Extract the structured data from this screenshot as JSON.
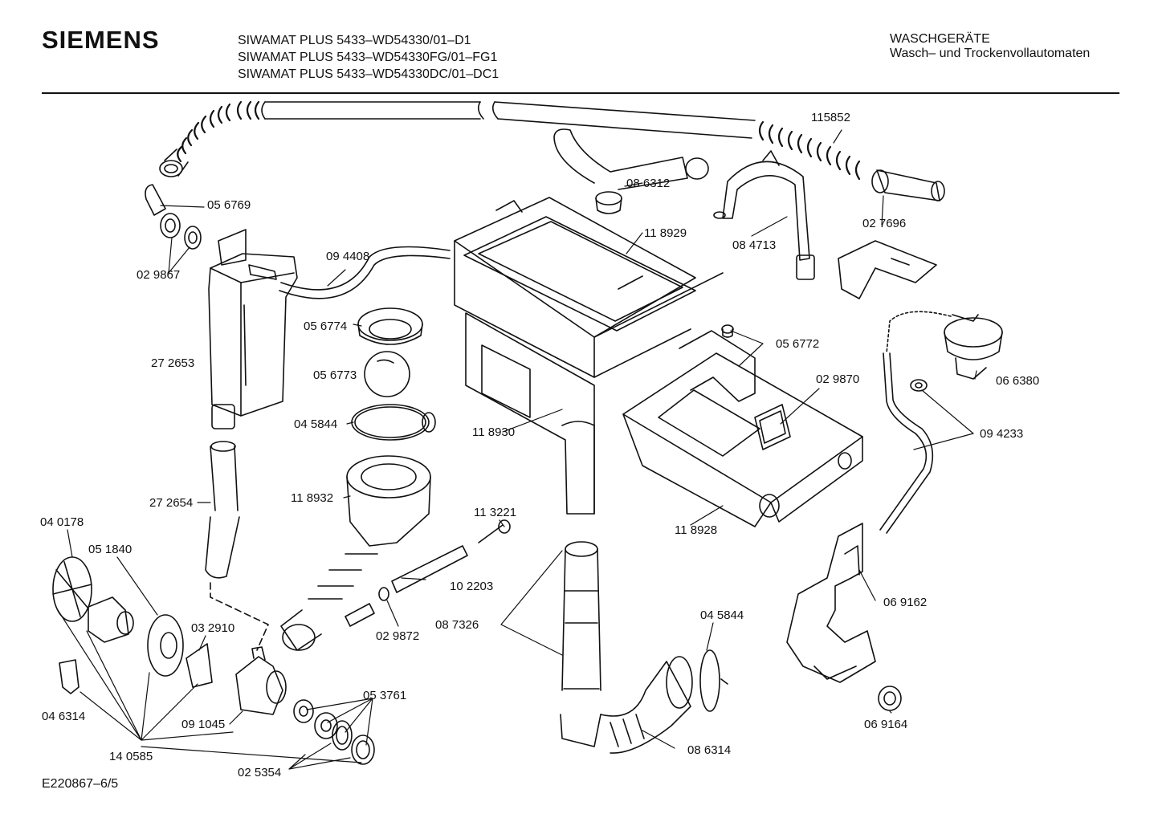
{
  "header": {
    "brand": "SIEMENS",
    "models": [
      "SIWAMAT PLUS 5433–WD54330/01–D1",
      "SIWAMAT PLUS 5433–WD54330FG/01–FG1",
      "SIWAMAT PLUS 5433–WD54330DC/01–DC1"
    ],
    "category_line1": "WASCHGERÄTE",
    "category_line2": "Wasch– und Trockenvollautomaten"
  },
  "parts": [
    "115852",
    "08 6312",
    "02 7696",
    "05 6769",
    "02 9867",
    "11 8929",
    "08 4713",
    "09 4408",
    "05 6774",
    "27 2653",
    "05 6773",
    "05 6772",
    "02 9870",
    "06 6380",
    "04 5844",
    "11 8930",
    "09 4233",
    "27 2654",
    "11 8932",
    "11 3221",
    "11 8928",
    "04 0178",
    "05 1840",
    "10 2203",
    "08 7326",
    "03 2910",
    "02 9872",
    "04 5844",
    "06 9162",
    "05 3761",
    "04 6314",
    "09 1045",
    "08 6314",
    "06 9164",
    "14 0585",
    "02 5354"
  ],
  "footer": {
    "code": "E220867–6/5"
  }
}
